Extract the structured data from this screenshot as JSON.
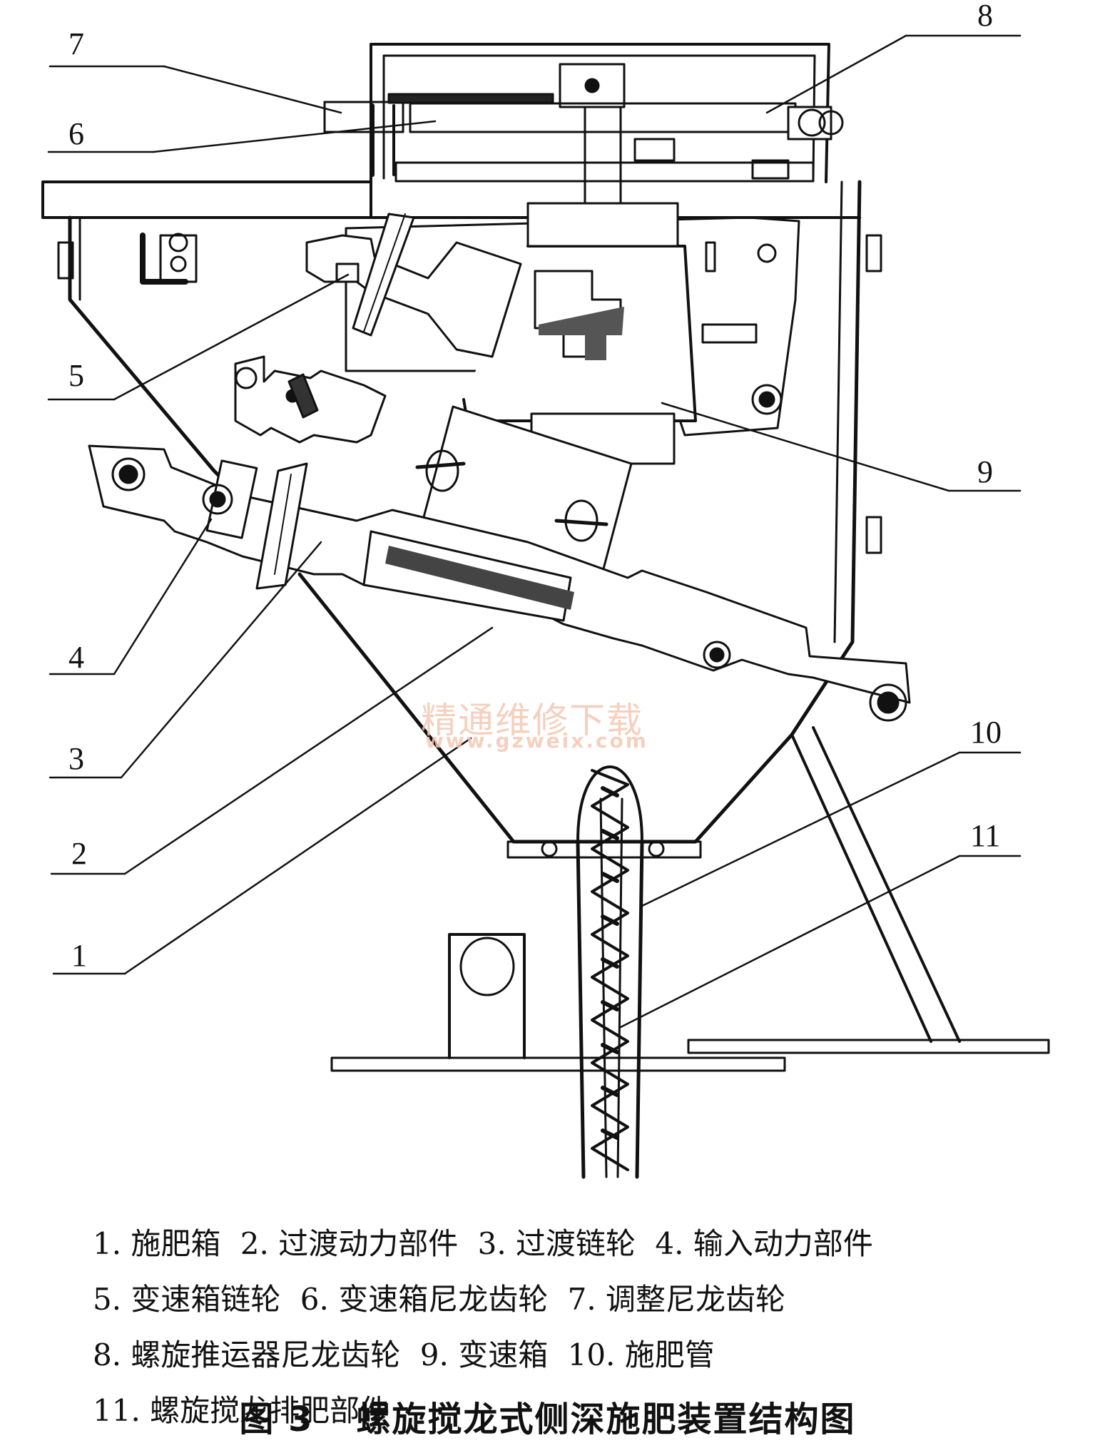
{
  "figure": {
    "callouts": [
      {
        "id": "7",
        "label": "7"
      },
      {
        "id": "6",
        "label": "6"
      },
      {
        "id": "8",
        "label": "8"
      },
      {
        "id": "5",
        "label": "5"
      },
      {
        "id": "9",
        "label": "9"
      },
      {
        "id": "4",
        "label": "4"
      },
      {
        "id": "3",
        "label": "3"
      },
      {
        "id": "2",
        "label": "2"
      },
      {
        "id": "10",
        "label": "10"
      },
      {
        "id": "11",
        "label": "11"
      },
      {
        "id": "1",
        "label": "1"
      }
    ],
    "watermark": {
      "text_cn": "精通维修下载",
      "url": "www.gzweix.com"
    }
  },
  "legend": [
    "1. 施肥箱",
    "2. 过渡动力部件",
    "3. 过渡链轮",
    "4. 输入动力部件",
    "5. 变速箱链轮",
    "6. 变速箱尼龙齿轮",
    "7. 调整尼龙齿轮",
    "8. 螺旋推运器尼龙齿轮",
    "9. 变速箱",
    "10. 施肥管",
    "11. 螺旋搅龙排肥部件"
  ],
  "caption": {
    "figure_no": "图 3",
    "title": "螺旋搅龙式侧深施肥装置结构图"
  }
}
